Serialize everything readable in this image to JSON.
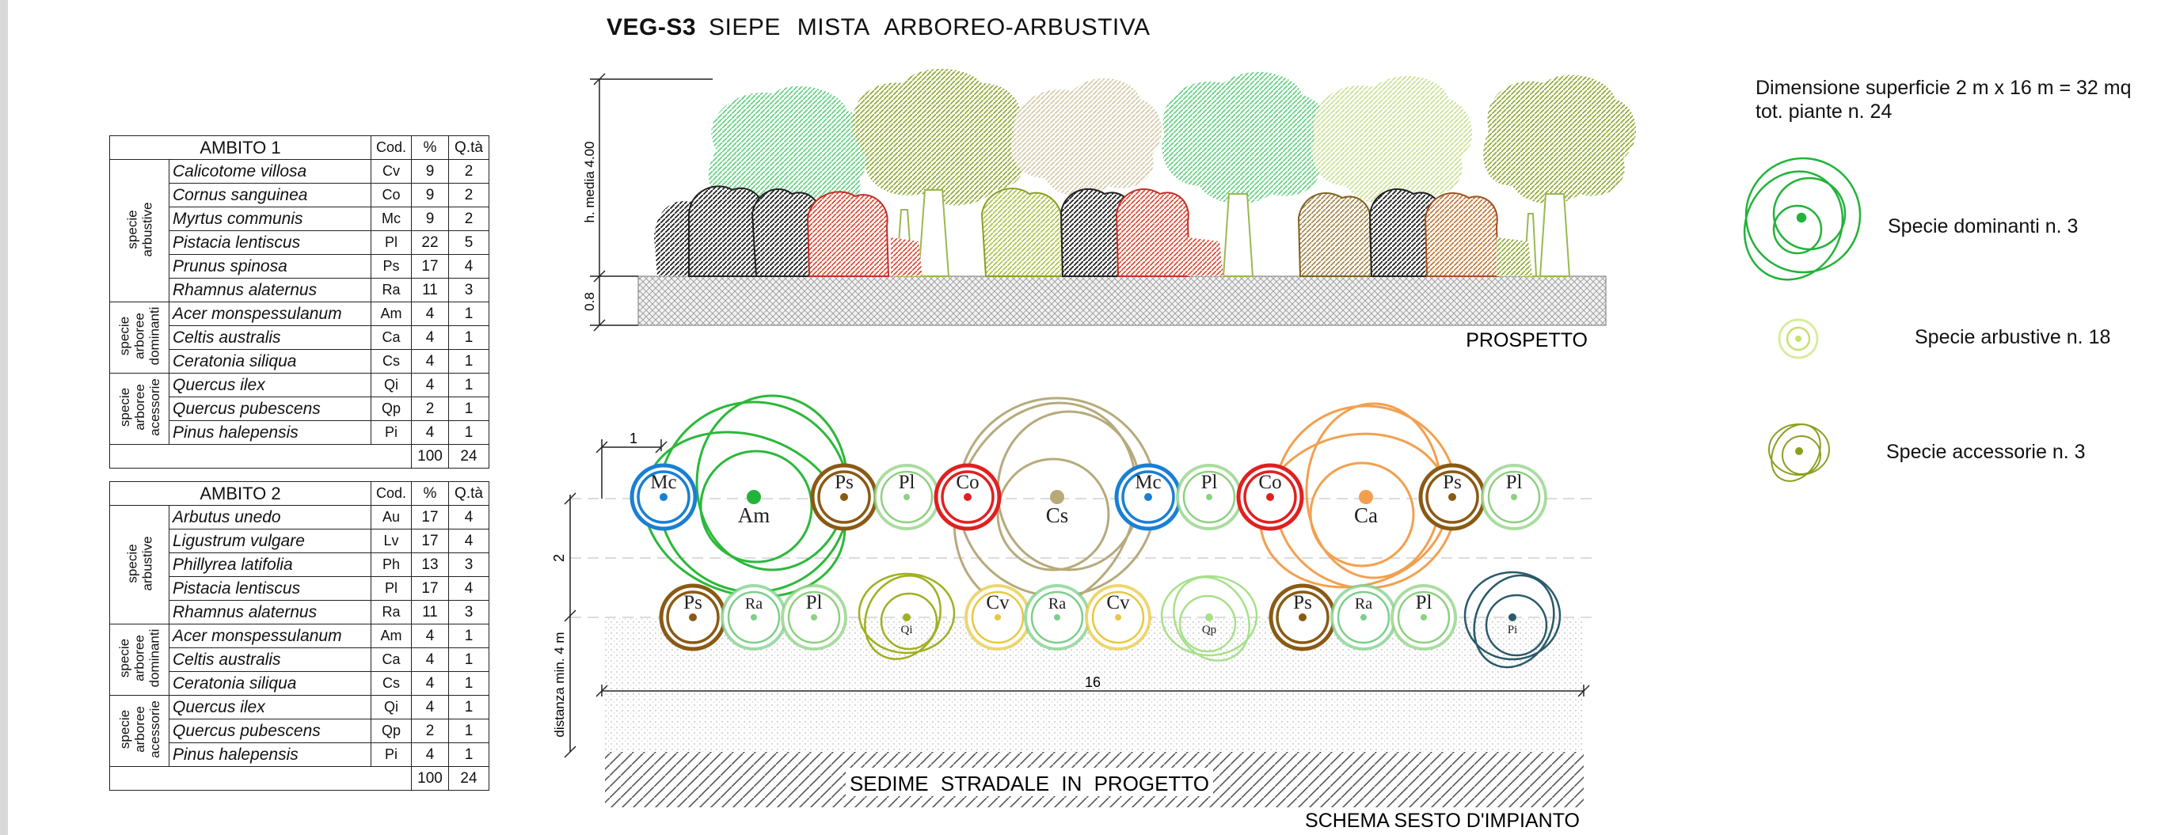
{
  "title": {
    "code": "VEG-S3",
    "text": "SIEPE  MISTA  ARBOREO-ARBUSTIVA"
  },
  "info": {
    "surface": "Dimensione superficie  2 m x 16 m = 32 mq",
    "total": "tot. piante n. 24"
  },
  "legend": [
    {
      "label": "Specie dominanti n. 3",
      "color": "#22b33a",
      "icon": "dominant-species-icon"
    },
    {
      "label": "Specie arbustive n. 18",
      "color": "#c8e070",
      "icon": "shrub-species-icon"
    },
    {
      "label": "Specie accessorie n. 3",
      "color": "#8aa020",
      "icon": "accessory-species-icon"
    }
  ],
  "elevation": {
    "label": "PROSPETTO",
    "height_label": "h. media 4.00",
    "base_label": "0.8"
  },
  "plan": {
    "label": "SCHEMA SESTO D'IMPIANTO",
    "road_label": "SEDIME  STRADALE  IN  PROGETTO",
    "dim_1": "1",
    "dim_2": "2",
    "dim_16": "16",
    "dist_label": "distanza min. 4 m"
  },
  "plants_row1": [
    {
      "code": "Mc",
      "color": "#1a7fd4"
    },
    {
      "code": "Am",
      "color": "#22b33a"
    },
    {
      "code": "Ps",
      "color": "#8a5a14"
    },
    {
      "code": "Pl",
      "color": "#8ed080"
    },
    {
      "code": "Co",
      "color": "#e02020"
    },
    {
      "code": "Cs",
      "color": "#b8aa78"
    },
    {
      "code": "Mc",
      "color": "#1a7fd4"
    },
    {
      "code": "Pl",
      "color": "#8ed080"
    },
    {
      "code": "Co",
      "color": "#e02020"
    },
    {
      "code": "Ca",
      "color": "#f2a050"
    },
    {
      "code": "Ps",
      "color": "#8a5a14"
    },
    {
      "code": "Pl",
      "color": "#8ed080"
    }
  ],
  "plants_row2": [
    {
      "code": "Ps",
      "color": "#8a5a14"
    },
    {
      "code": "Ra",
      "color": "#7ccf8a"
    },
    {
      "code": "Pl",
      "color": "#8ed080"
    },
    {
      "code": "Qi",
      "color": "#a0b020"
    },
    {
      "code": "Cv",
      "color": "#e8c840"
    },
    {
      "code": "Ra",
      "color": "#7ccf8a"
    },
    {
      "code": "Cv",
      "color": "#e8c840"
    },
    {
      "code": "Qp",
      "color": "#a8e08a"
    },
    {
      "code": "Ps",
      "color": "#8a5a14"
    },
    {
      "code": "Ra",
      "color": "#7ccf8a"
    },
    {
      "code": "Pl",
      "color": "#8ed080"
    },
    {
      "code": "Pi",
      "color": "#2a5a6a"
    }
  ],
  "table1": {
    "header": [
      "AMBITO 1",
      "Cod.",
      "%",
      "Q.tà"
    ],
    "groups": [
      {
        "label": "specie\narbustive",
        "rows": [
          [
            "Calicotome villosa",
            "Cv",
            "9",
            "2"
          ],
          [
            "Cornus sanguinea",
            "Co",
            "9",
            "2"
          ],
          [
            "Myrtus communis",
            "Mc",
            "9",
            "2"
          ],
          [
            "Pistacia lentiscus",
            "Pl",
            "22",
            "5"
          ],
          [
            "Prunus spinosa",
            "Ps",
            "17",
            "4"
          ],
          [
            "Rhamnus alaternus",
            "Ra",
            "11",
            "3"
          ]
        ]
      },
      {
        "label": "specie\narboree\ndominanti",
        "rows": [
          [
            "Acer monspessulanum",
            "Am",
            "4",
            "1"
          ],
          [
            "Celtis australis",
            "Ca",
            "4",
            "1"
          ],
          [
            "Ceratonia siliqua",
            "Cs",
            "4",
            "1"
          ]
        ]
      },
      {
        "label": "specie\narboree\nacessorie",
        "rows": [
          [
            "Quercus ilex",
            "Qi",
            "4",
            "1"
          ],
          [
            "Quercus pubescens",
            "Qp",
            "2",
            "1"
          ],
          [
            "Pinus halepensis",
            "Pi",
            "4",
            "1"
          ]
        ]
      }
    ],
    "total": [
      "100",
      "24"
    ]
  },
  "table2": {
    "header": [
      "AMBITO 2",
      "Cod.",
      "%",
      "Q.tà"
    ],
    "groups": [
      {
        "label": "specie\narbustive",
        "rows": [
          [
            "Arbutus unedo",
            "Au",
            "17",
            "4"
          ],
          [
            "Ligustrum vulgare",
            "Lv",
            "17",
            "4"
          ],
          [
            "Phillyrea latifolia",
            "Ph",
            "13",
            "3"
          ],
          [
            "Pistacia lentiscus",
            "Pl",
            "17",
            "4"
          ],
          [
            "Rhamnus alaternus",
            "Ra",
            "11",
            "3"
          ]
        ]
      },
      {
        "label": "specie\narboree\ndominanti",
        "rows": [
          [
            "Acer monspessulanum",
            "Am",
            "4",
            "1"
          ],
          [
            "Celtis australis",
            "Ca",
            "4",
            "1"
          ],
          [
            "Ceratonia siliqua",
            "Cs",
            "4",
            "1"
          ]
        ]
      },
      {
        "label": "specie\narboree\nacessorie",
        "rows": [
          [
            "Quercus ilex",
            "Qi",
            "4",
            "1"
          ],
          [
            "Quercus pubescens",
            "Qp",
            "2",
            "1"
          ],
          [
            "Pinus halepensis",
            "Pi",
            "4",
            "1"
          ]
        ]
      }
    ],
    "total": [
      "100",
      "24"
    ]
  }
}
